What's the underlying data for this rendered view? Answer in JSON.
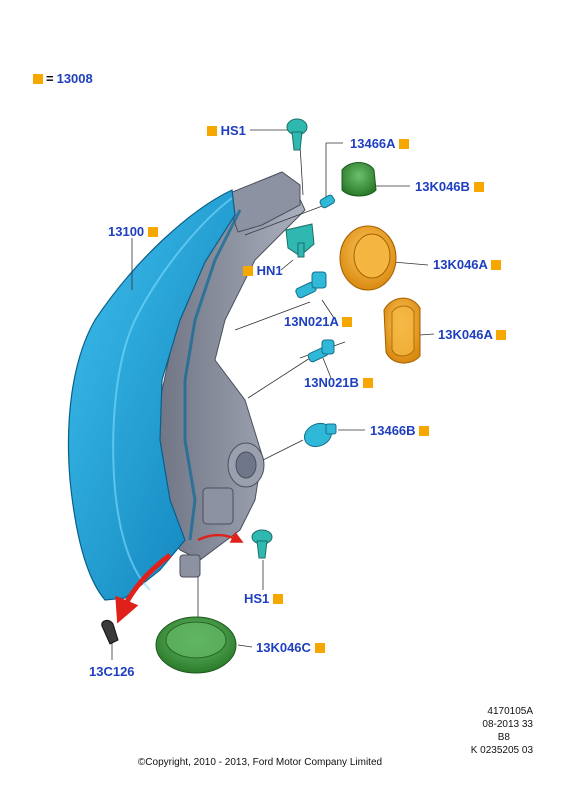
{
  "legend": {
    "label": "13008",
    "separator": "="
  },
  "callouts": {
    "hs1_top": "HS1",
    "p13466a": "13466A",
    "p13k046b": "13K046B",
    "p13100": "13100",
    "hn1": "HN1",
    "p13k046a_1": "13K046A",
    "p13n021a": "13N021A",
    "p13k046a_2": "13K046A",
    "p13n021b": "13N021B",
    "p13466b": "13466B",
    "hs1_bottom": "HS1",
    "p13k046c": "13K046C",
    "p13c126": "13C126"
  },
  "reference": {
    "line1": "4170105A",
    "line2": "08-2013 33",
    "line3": "B8",
    "line4": "K 0235205 03"
  },
  "copyright": "©Copyright, 2010 - 2013, Ford Motor Company Limited",
  "colors": {
    "label_blue": "#1f3fbf",
    "marker_orange": "#f7a800",
    "housing_blue": "#1aa0d8",
    "housing_gray": "#7f8596",
    "cap_orange": "#f0a020",
    "cap_green": "#3c9a3c",
    "clip_teal": "#2fb8b0",
    "arrow_red": "#e0201a"
  }
}
